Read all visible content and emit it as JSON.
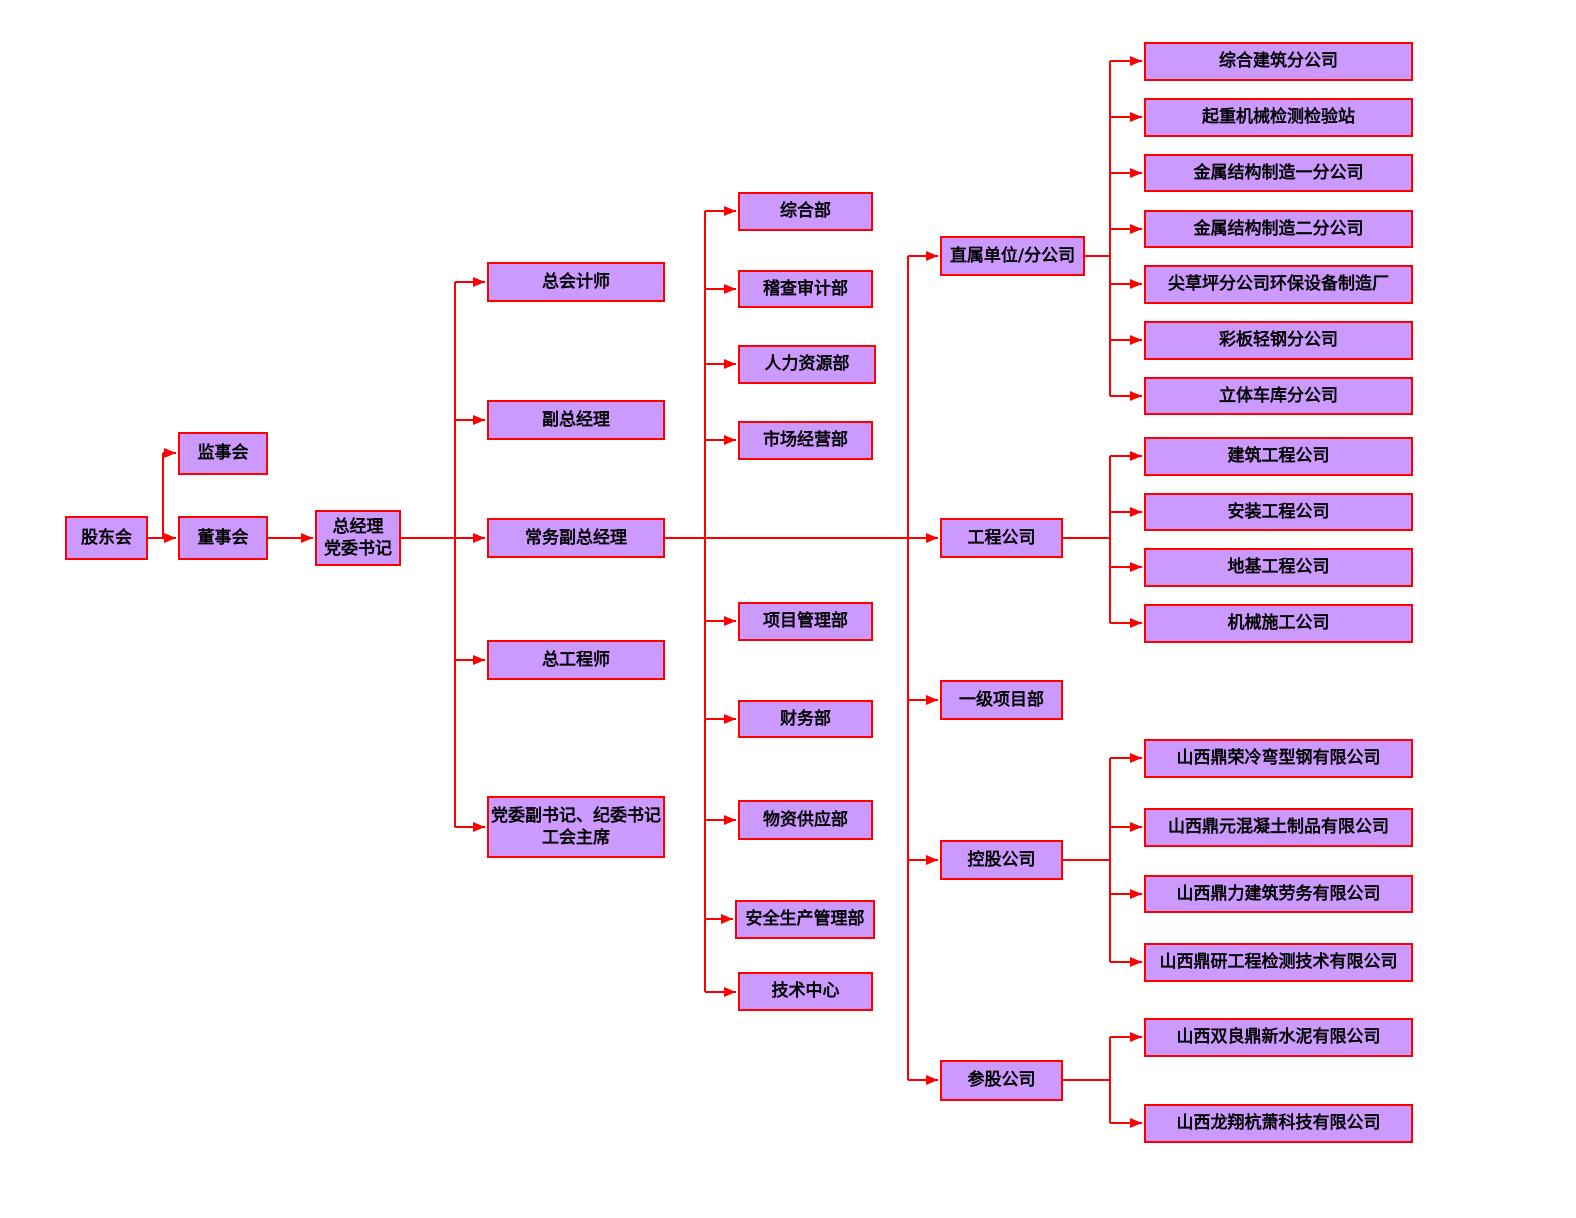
{
  "page": {
    "background": "#ffffff"
  },
  "colors": {
    "page_bg": "#ffffff",
    "node_fill": "#cc99ff",
    "node_border": "#ff0000",
    "connector": "#ff0000",
    "text": "#000000"
  },
  "nodes": {
    "shareholders": {
      "label": "股东会"
    },
    "supervisory_board": {
      "label": "监事会"
    },
    "board_of_directors": {
      "label": "董事会"
    },
    "general_manager": {
      "label": "总经理",
      "label2": "党委书记"
    },
    "chief_accountant": {
      "label": "总会计师"
    },
    "deputy_general_manager": {
      "label": "副总经理"
    },
    "executive_deputy_gm": {
      "label": "常务副总经理"
    },
    "chief_engineer": {
      "label": "总工程师"
    },
    "party_deputy_secretary": {
      "label": "党委副书记、纪委书记",
      "label2": "工会主席"
    },
    "general_office": {
      "label": "综合部"
    },
    "audit_dept": {
      "label": "稽查审计部"
    },
    "hr_dept": {
      "label": "人力资源部"
    },
    "marketing_dept": {
      "label": "市场经营部"
    },
    "project_mgmt_dept": {
      "label": "项目管理部"
    },
    "finance_dept": {
      "label": "财务部"
    },
    "material_supply_dept": {
      "label": "物资供应部"
    },
    "safety_mgmt_dept": {
      "label": "安全生产管理部"
    },
    "tech_center": {
      "label": "技术中心"
    },
    "direct_units": {
      "label": "直属单位/分公司"
    },
    "engineering_company": {
      "label": "工程公司"
    },
    "level1_project_dept": {
      "label": "一级项目部"
    },
    "holding_companies": {
      "label": "控股公司"
    },
    "participating_companies": {
      "label": "参股公司"
    },
    "du1": {
      "label": "综合建筑分公司"
    },
    "du2": {
      "label": "起重机械检测检验站"
    },
    "du3": {
      "label": "金属结构制造一分公司"
    },
    "du4": {
      "label": "金属结构制造二分公司"
    },
    "du5": {
      "label": "尖草坪分公司环保设备制造厂"
    },
    "du6": {
      "label": "彩板轻钢分公司"
    },
    "du7": {
      "label": "立体车库分公司"
    },
    "ec1": {
      "label": "建筑工程公司"
    },
    "ec2": {
      "label": "安装工程公司"
    },
    "ec3": {
      "label": "地基工程公司"
    },
    "ec4": {
      "label": "机械施工公司"
    },
    "hc1": {
      "label": "山西鼎荣冷弯型钢有限公司"
    },
    "hc2": {
      "label": "山西鼎元混凝土制品有限公司"
    },
    "hc3": {
      "label": "山西鼎力建筑劳务有限公司"
    },
    "hc4": {
      "label": "山西鼎研工程检测技术有限公司"
    },
    "pc1": {
      "label": "山西双良鼎新水泥有限公司"
    },
    "pc2": {
      "label": "山西龙翔杭萧科技有限公司"
    }
  },
  "edges": [
    [
      "shareholders",
      "supervisory_board"
    ],
    [
      "shareholders",
      "board_of_directors"
    ],
    [
      "board_of_directors",
      "general_manager"
    ],
    [
      "general_manager",
      "chief_accountant"
    ],
    [
      "general_manager",
      "deputy_general_manager"
    ],
    [
      "general_manager",
      "executive_deputy_gm"
    ],
    [
      "general_manager",
      "chief_engineer"
    ],
    [
      "general_manager",
      "party_deputy_secretary"
    ],
    [
      "executive_deputy_gm",
      "general_office"
    ],
    [
      "executive_deputy_gm",
      "audit_dept"
    ],
    [
      "executive_deputy_gm",
      "hr_dept"
    ],
    [
      "executive_deputy_gm",
      "marketing_dept"
    ],
    [
      "executive_deputy_gm",
      "project_mgmt_dept"
    ],
    [
      "executive_deputy_gm",
      "finance_dept"
    ],
    [
      "executive_deputy_gm",
      "material_supply_dept"
    ],
    [
      "executive_deputy_gm",
      "safety_mgmt_dept"
    ],
    [
      "executive_deputy_gm",
      "tech_center"
    ],
    [
      "executive_deputy_gm",
      "direct_units"
    ],
    [
      "executive_deputy_gm",
      "engineering_company"
    ],
    [
      "executive_deputy_gm",
      "level1_project_dept"
    ],
    [
      "executive_deputy_gm",
      "holding_companies"
    ],
    [
      "executive_deputy_gm",
      "participating_companies"
    ],
    [
      "direct_units",
      "du1"
    ],
    [
      "direct_units",
      "du2"
    ],
    [
      "direct_units",
      "du3"
    ],
    [
      "direct_units",
      "du4"
    ],
    [
      "direct_units",
      "du5"
    ],
    [
      "direct_units",
      "du6"
    ],
    [
      "direct_units",
      "du7"
    ],
    [
      "engineering_company",
      "ec1"
    ],
    [
      "engineering_company",
      "ec2"
    ],
    [
      "engineering_company",
      "ec3"
    ],
    [
      "engineering_company",
      "ec4"
    ],
    [
      "holding_companies",
      "hc1"
    ],
    [
      "holding_companies",
      "hc2"
    ],
    [
      "holding_companies",
      "hc3"
    ],
    [
      "holding_companies",
      "hc4"
    ],
    [
      "participating_companies",
      "pc1"
    ],
    [
      "participating_companies",
      "pc2"
    ]
  ]
}
